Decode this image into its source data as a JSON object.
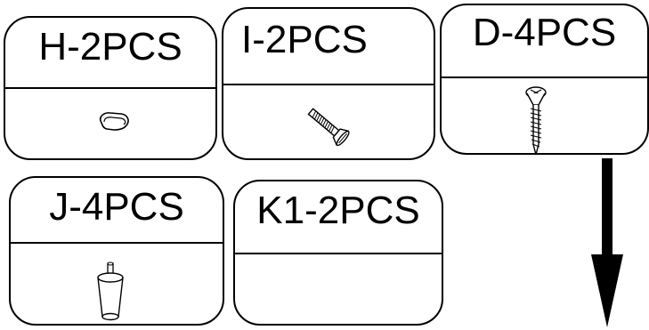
{
  "parts": [
    {
      "id": "H",
      "label": "H-2PCS",
      "icon": "oval-nut-icon"
    },
    {
      "id": "I",
      "label": "I-2PCS",
      "icon": "bolt-icon"
    },
    {
      "id": "D",
      "label": "D-4PCS",
      "icon": "wood-screw-icon"
    },
    {
      "id": "J",
      "label": "J-4PCS",
      "icon": "furniture-leg-icon"
    },
    {
      "id": "K1",
      "label": "K1-2PCS",
      "icon": ""
    }
  ],
  "arrow": {
    "icon": "down-arrow-icon",
    "direction": "down"
  }
}
